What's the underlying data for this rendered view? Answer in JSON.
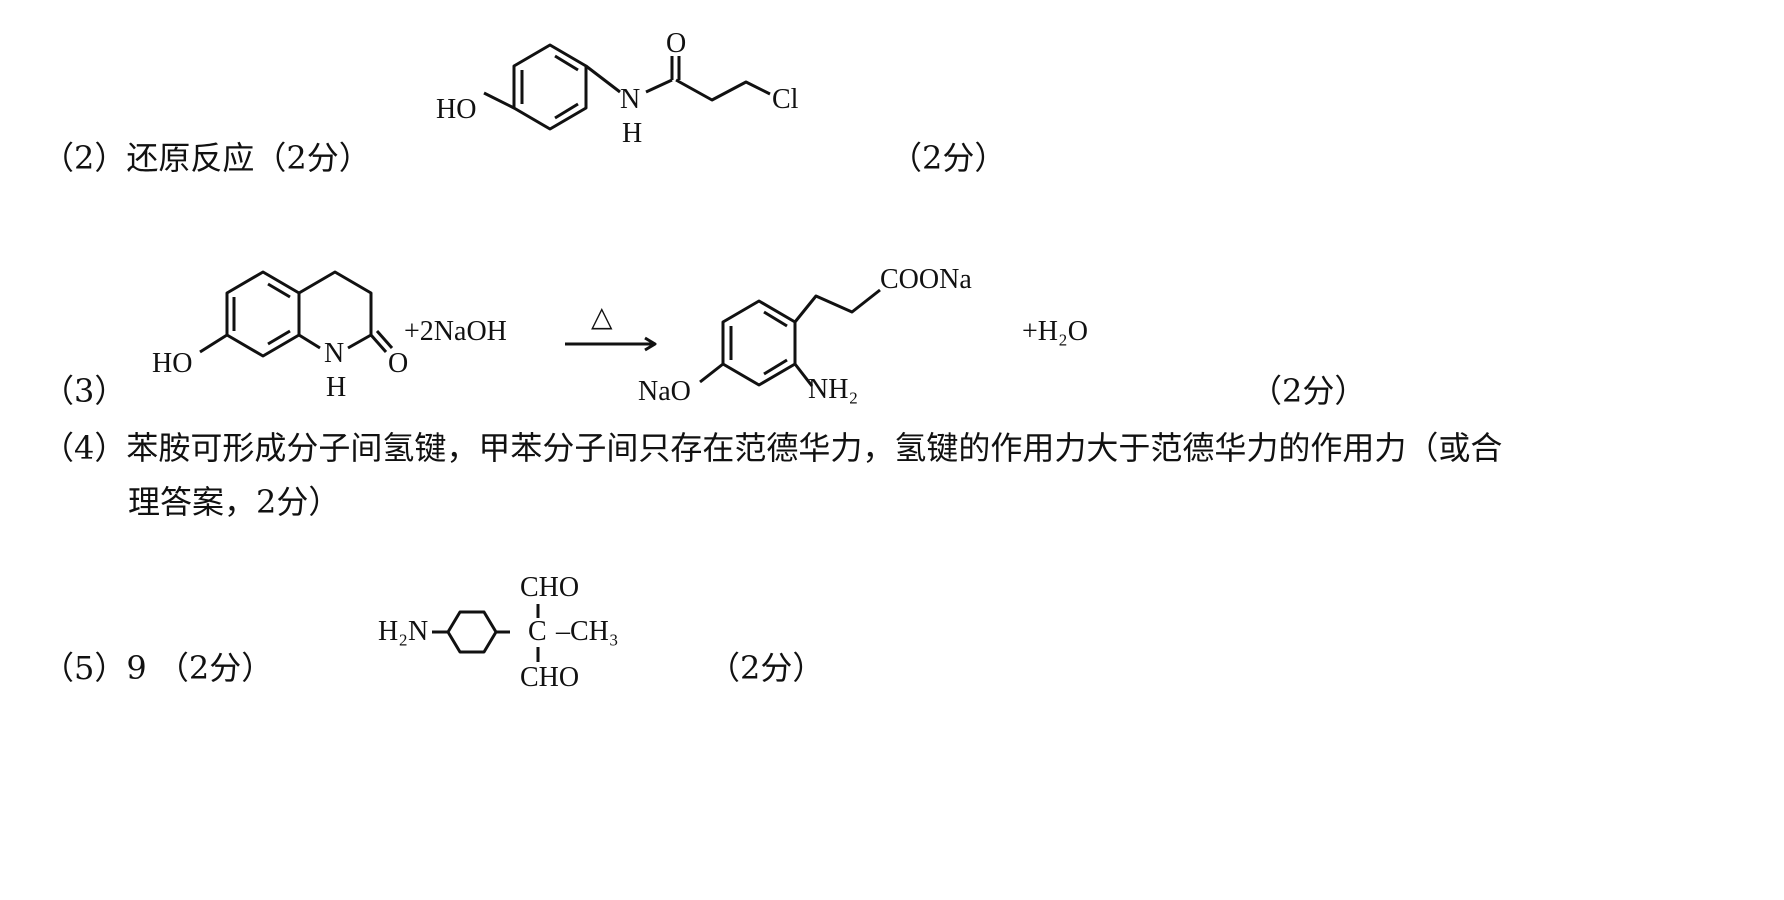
{
  "q2": {
    "label": "（2）还原反应（2分）",
    "score": "（2分）",
    "mol": {
      "ho": "HO",
      "n": "N",
      "h": "H",
      "o": "O",
      "cl": "Cl"
    }
  },
  "q3": {
    "label": "（3）",
    "score": "（2分）",
    "reactant": {
      "ho": "HO",
      "n": "N",
      "h": "H",
      "o": "O"
    },
    "reagent": "+2NaOH",
    "condition": "△",
    "product": {
      "coona": "COONa",
      "nao": "NaO",
      "nh2": "NH₂"
    },
    "water": "+H₂O"
  },
  "q4": {
    "line1": "（4）苯胺可形成分子间氢键，甲苯分子间只存在范德华力，氢键的作用力大于范德华力的作用力（或合",
    "line2": "理答案，2分）"
  },
  "q5": {
    "label": "（5）9 （2分）",
    "score": "（2分）",
    "mol": {
      "cho_top": "CHO",
      "cho_bottom": "CHO",
      "h2n": "H₂N",
      "c": "C",
      "ch3": "–CH₃"
    }
  }
}
